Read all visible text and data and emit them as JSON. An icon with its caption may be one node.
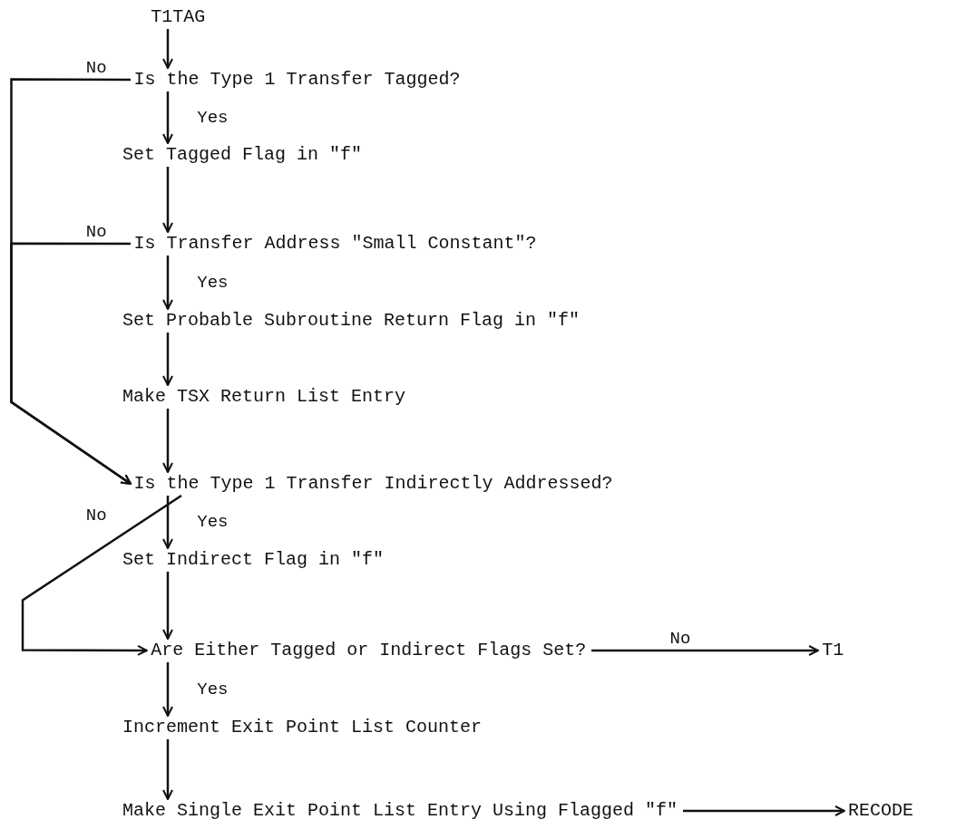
{
  "diagram": {
    "nodes": [
      {
        "text": [
          "T1TAG"
        ]
      },
      {
        "text": [
          "Is the Type 1 Transfer Tagged?"
        ]
      },
      {
        "text": [
          "Set Tagged Flag in \"f\""
        ]
      },
      {
        "text": [
          "Is Transfer Address \"Small Constant\"?"
        ]
      },
      {
        "text": [
          "Set Probable Subroutine Return Flag in \"f\""
        ]
      },
      {
        "text": [
          "Make TSX Return List Entry"
        ]
      },
      {
        "text": [
          "Is the Type 1 Transfer Indirectly Addressed?"
        ]
      },
      {
        "text": [
          "Set Indirect Flag in \"f\""
        ]
      },
      {
        "text": [
          "Are Either Tagged or Indirect Flags Set?"
        ]
      },
      {
        "text": [
          "T1"
        ]
      },
      {
        "text": [
          "Increment Exit Point List Counter"
        ]
      },
      {
        "text": [
          "Make Single Exit Point List Entry Using Flagged \"f\""
        ]
      },
      {
        "text": [
          "RECODE"
        ]
      }
    ],
    "edges": [
      {
        "from": 0,
        "to": 1,
        "arrow": "to"
      },
      {
        "from": 1,
        "to": 2,
        "arrow": "to",
        "label": "Yes"
      },
      {
        "from": 1,
        "to": 6,
        "arrow": "to",
        "label": "No"
      },
      {
        "from": 2,
        "to": 3,
        "arrow": "to"
      },
      {
        "from": 3,
        "to": 4,
        "arrow": "to",
        "label": "Yes"
      },
      {
        "from": 3,
        "to": 6,
        "arrow": "to",
        "label": "No"
      },
      {
        "from": 4,
        "to": 5,
        "arrow": "to"
      },
      {
        "from": 5,
        "to": 6,
        "arrow": "to"
      },
      {
        "from": 6,
        "to": 7,
        "arrow": "to",
        "label": "Yes"
      },
      {
        "from": 6,
        "to": 8,
        "arrow": "to",
        "label": "No"
      },
      {
        "from": 7,
        "to": 8,
        "arrow": "to"
      },
      {
        "from": 8,
        "to": 9,
        "arrow": "to",
        "label": "No"
      },
      {
        "from": 8,
        "to": 10,
        "arrow": "to",
        "label": "Yes"
      },
      {
        "from": 10,
        "to": 11,
        "arrow": "to"
      },
      {
        "from": 11,
        "to": 12,
        "arrow": "to"
      }
    ]
  }
}
